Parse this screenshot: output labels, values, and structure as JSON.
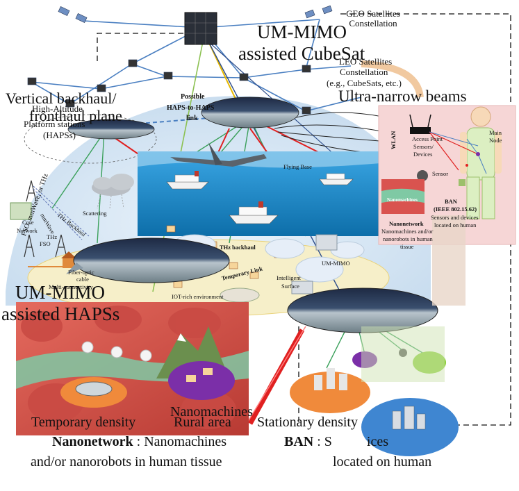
{
  "labels": {
    "geo": "GEO Satellites Constellation",
    "um_mimo_cubesat_1": "UM-MIMO",
    "um_mimo_cubesat_2": "assisted CubeSat",
    "leo_1": "LEO Satellites",
    "leo_2": "Constellation",
    "leo_3": "(e.g., CubeSats, etc.)",
    "ultra_narrow": "Ultra-narrow beams",
    "vertical_backhaul_1": "Vertical backhaul/",
    "vertical_backhaul_2": "fronthaul plane",
    "haps_1": "High-Altitude",
    "haps_2": "Platform stations",
    "haps_3": "(HAPSs)",
    "possible_1": "Possible",
    "possible_2": "HAPS-to-HAPS",
    "possible_3": "link",
    "wlan": "WLAN",
    "access_point_1": "Access Point",
    "access_point_2": "Sensors/",
    "access_point_3": "Devices",
    "main_node_1": "Main",
    "main_node_2": "Node",
    "sensor": "Sensor",
    "flying_base": "Flying Base",
    "fso_link": "FSO, mmWave, or THz",
    "scattering": "Scattering",
    "thz_backhaul_diag": "THz Backhaul",
    "mmwave_diag": "mmWave",
    "core_1": "Core",
    "core_2": "Network",
    "nanomachines_small": "Nanomachines",
    "nanonet_small_title": "Nanonetwork",
    "nanonet_small_1": "Nanomachines and/or",
    "nanonet_small_2": "nanorobots in human",
    "nanonet_small_3": "tissue",
    "ban_small_title": "BAN",
    "ban_small_std": "(IEEE 802.15.62)",
    "ban_small_1": "Sensors and devices",
    "ban_small_2": "located on human",
    "thz_label": "THz",
    "fso_label": "FSO",
    "fiber_1": "Fiber-optic",
    "fiber_2": "cable",
    "multi_connectivity": "Multi-connectivity",
    "thz_backhaul": "THz backhaul",
    "temporary_link": "Temporary Link",
    "um_mimo_small": "UM-MIMO",
    "intelligent_1": "Intelligent",
    "intelligent_2": "Surface",
    "iot": "IOT-rich environment",
    "um_mimo_haps_1": "UM-MIMO",
    "um_mimo_haps_2": "assisted HAPSs",
    "nanomachines_big": "Nanomachines",
    "temporary_density": "Temporary density",
    "rural_area": "Rural area",
    "stationary_density": "Stationary density",
    "nano_bottom_title": "Nanonetwork",
    "nano_bottom_rest": ": Nanomachines",
    "nano_bottom_2": "and/or nanorobots in human tissue",
    "ban_bottom_title": "BAN",
    "ban_bottom_rest": ": S          ices",
    "ban_bottom_2": "located on human"
  },
  "colors": {
    "sky_dome": "#dbe9f6",
    "ocean": "#1a8fd0",
    "ban_panel": "#f6d6d6",
    "tissue": "#d9534f",
    "region_orange": "#f08a3b",
    "region_purple": "#7b2fa8",
    "region_green": "#8ccf3a",
    "region_blue": "#3f86d1",
    "link_blue": "#4a7fc1",
    "link_green": "#3aa05a",
    "link_red": "#e02020",
    "link_yellow": "#e6b800"
  },
  "icons": [
    "satellite-icon",
    "cubesat-icon",
    "haps-airship-icon",
    "drone-icon",
    "ship-icon",
    "router-icon",
    "human-icon",
    "cloud-icon",
    "tower-icon",
    "house-icon",
    "stadium-icon",
    "city-icon"
  ]
}
